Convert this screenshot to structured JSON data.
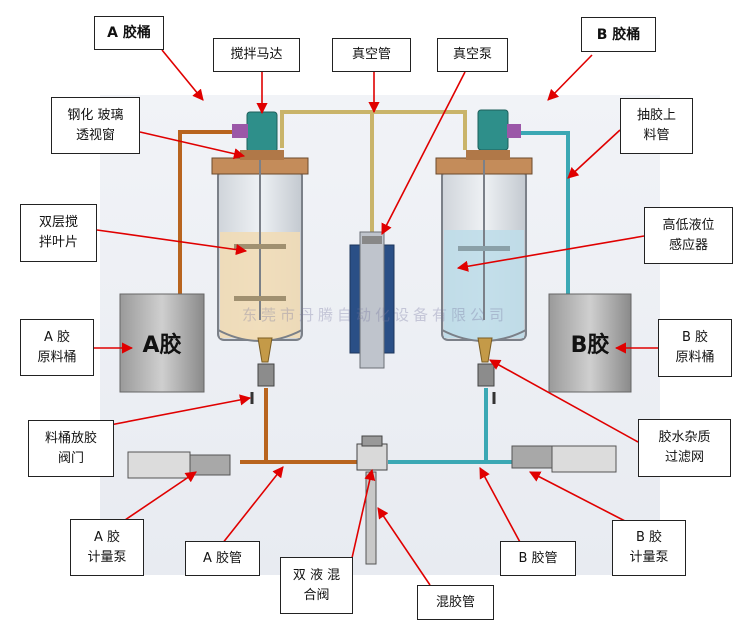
{
  "labels": {
    "a_tank": "A 胶桶",
    "stir_motor": "搅拌马达",
    "vacuum_tube": "真空管",
    "vacuum_pump": "真空泵",
    "b_tank": "B 胶桶",
    "sight_glass": "钢化 玻璃\n透视窗",
    "pump_up_pipe": "抽胶上\n料管",
    "double_blade": "双层搅\n拌叶片",
    "level_sensor": "高低液位\n感应器",
    "a_raw_barrel": "A 胶\n原料桶",
    "b_raw_barrel": "B 胶\n原料桶",
    "drain_valve": "料桶放胶\n阀门",
    "filter": "胶水杂质\n过滤网",
    "a_meter_pump": "A 胶\n计量泵",
    "a_pipe": "A 胶管",
    "mix_valve": "双 液 混\n合阀",
    "b_pipe": "B 胶管",
    "b_meter_pump": "B 胶\n计量泵",
    "mix_tube": "混胶管"
  },
  "barrel_text": {
    "a": "A胶",
    "b": "B胶"
  },
  "watermark": "东莞市丹腾自动化设备有限公司",
  "colors": {
    "a_liquid": "#f1dcb6",
    "b_liquid": "#bfdde9",
    "a_pipe": "#b8641e",
    "b_pipe": "#3ba8b4",
    "arrow": "#e00000",
    "vacuum_pipe": "#c9b46a",
    "motor": "#2e8f8a"
  }
}
